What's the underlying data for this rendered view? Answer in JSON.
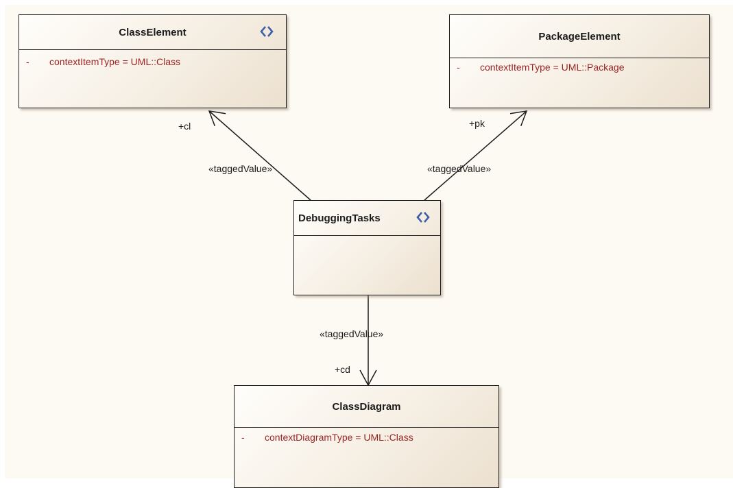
{
  "diagram": {
    "classes": {
      "class_element": {
        "name": "ClassElement",
        "attribute": {
          "visibility": "-",
          "text": "contextItemType = UML::Class"
        }
      },
      "package_element": {
        "name": "PackageElement",
        "attribute": {
          "visibility": "-",
          "text": "contextItemType = UML::Package"
        }
      },
      "debugging_tasks": {
        "name": "DebuggingTasks"
      },
      "class_diagram": {
        "name": "ClassDiagram",
        "attribute": {
          "visibility": "-",
          "text": "contextDiagramType = UML::Class"
        }
      }
    },
    "connectors": {
      "to_class_element": {
        "stereotype": "«taggedValue»",
        "role": "+cl"
      },
      "to_package_element": {
        "stereotype": "«taggedValue»",
        "role": "+pk"
      },
      "to_class_diagram": {
        "stereotype": "«taggedValue»",
        "role": "+cd"
      }
    }
  },
  "icons": {
    "enumeration": "enumeration-icon",
    "open-arrowhead": "open-arrowhead-icon"
  },
  "colors": {
    "attribute_text": "#9a2424",
    "icon_blue": "#3f5fa8",
    "border": "#1b1b1b",
    "canvas": "#fdfaf3"
  }
}
